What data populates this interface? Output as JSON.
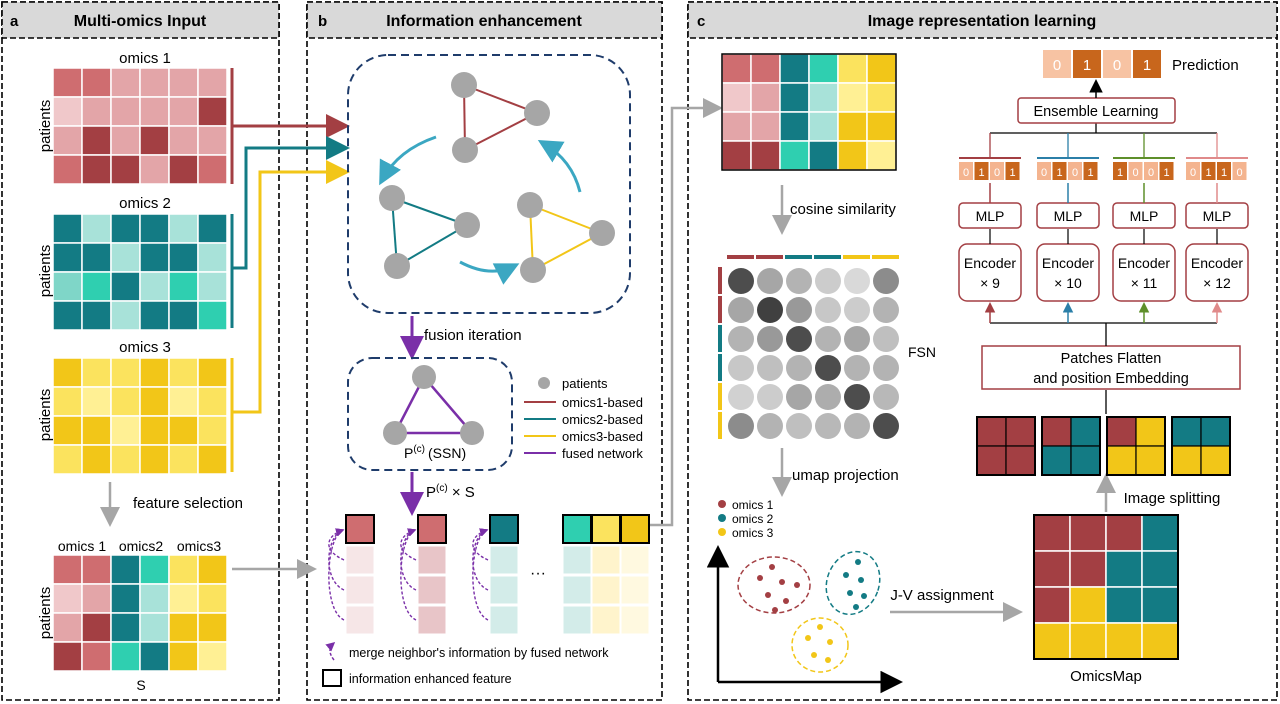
{
  "panel_a": {
    "letter": "a",
    "title": "Multi-omics Input",
    "omics1_label": "omics 1",
    "omics2_label": "omics 2",
    "omics3_label": "omics 3",
    "patients_label": "patients",
    "feature_selection": "feature selection",
    "combined_labels": [
      "omics 1",
      "omics2",
      "omics3"
    ],
    "s_label": "S"
  },
  "panel_b": {
    "letter": "b",
    "title": "Information enhancement",
    "fusion_iteration": "fusion iteration",
    "ssn_label": "P(c) (SSN)",
    "ssn_base": "P",
    "ssn_sup": "(c)",
    "ssn_suffix": "(SSN)",
    "pxs_base": "P",
    "pxs_sup": "(c)",
    "pxs_suffix": " × S",
    "legend": {
      "patients": "patients",
      "omics1": "omics1-based",
      "omics2": "omics2-based",
      "omics3": "omics3-based",
      "fused": "fused network"
    },
    "ellipsis": "···",
    "merge_note": "merge neighbor's information by fused network",
    "enhanced_note": "information enhanced feature"
  },
  "panel_c": {
    "letter": "c",
    "title": "Image representation learning",
    "cosine": "cosine similarity",
    "fsn": "FSN",
    "umap": "umap projection",
    "umap_legend": [
      "omics 1",
      "omics 2",
      "omics 3"
    ],
    "jv": "J-V assignment",
    "omicsmap": "OmicsMap",
    "image_splitting": "Image splitting",
    "patches": [
      "Patches Flatten",
      "and position Embedding"
    ],
    "encoders": [
      {
        "name": "Encoder",
        "times": "× 9"
      },
      {
        "name": "Encoder",
        "times": "× 10"
      },
      {
        "name": "Encoder",
        "times": "× 11"
      },
      {
        "name": "Encoder",
        "times": "× 12"
      }
    ],
    "mlp": "MLP",
    "ensemble": "Ensemble Learning",
    "prediction": "Prediction",
    "prediction_bits": [
      "0",
      "1",
      "0",
      "1"
    ],
    "branch_bits": [
      [
        "0",
        "1",
        "0",
        "1"
      ],
      [
        "0",
        "1",
        "0",
        "1"
      ],
      [
        "1",
        "0",
        "0",
        "1"
      ],
      [
        "0",
        "1",
        "1",
        "0"
      ]
    ]
  },
  "colors": {
    "red": "#a33f43",
    "teal": "#137b84",
    "yellow": "#f2c618",
    "purple": "#7a2fa8",
    "navy": "#1f3c6b",
    "orange": "#c8661c",
    "cyan": "#3ba7c2"
  }
}
